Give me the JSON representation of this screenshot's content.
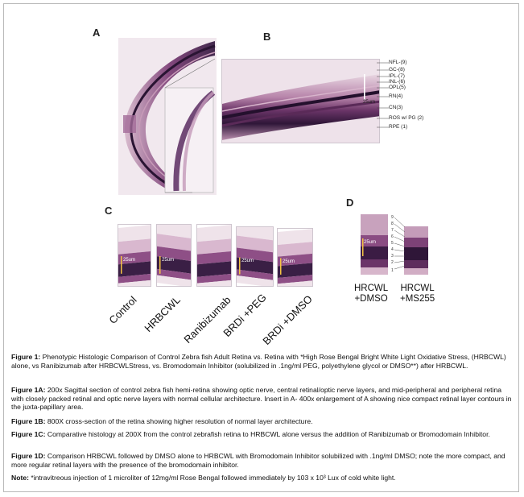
{
  "panels": {
    "a_letter": "A",
    "b_letter": "B",
    "c_letter": "C",
    "d_letter": "D"
  },
  "panel_b": {
    "layer_labels": [
      "NFL-(9)",
      "GC-(8)",
      "IPL-(7)",
      "INL-(6)",
      "OPL(5)",
      "RN(4)",
      "CN(3)",
      "ROS w/ PG (2)",
      "RPE (1)"
    ],
    "scale_label": "25um"
  },
  "panel_c": {
    "scale_label": "25um",
    "conditions": [
      "Control",
      "HRBCWL",
      "Ranibizumab",
      "BRDi +PEG",
      "BRDi +DMSO"
    ]
  },
  "panel_d": {
    "scale_label": "25um",
    "ticks": [
      "9",
      "8",
      "7",
      "6",
      "5",
      "4",
      "3",
      "2",
      "1"
    ],
    "left_label_line1": "HRCWL",
    "left_label_line2": "+DMSO",
    "right_label_line1": "HRCWL",
    "right_label_line2": "+MS255"
  },
  "captions": {
    "fig1_head": "Figure 1:",
    "fig1_text": " Phenotypic Histologic Comparison of Control Zebra fish Adult Retina vs. Retina with *High Rose Bengal Bright White Light Oxidative Stress, (HRBCWL) alone, vs Ranibizumab after HRBCWLStress, vs. Bromodomain Inhibitor (solubilized in .1ng/ml PEG, polyethylene glycol or DMSO**) after HRBCWL.",
    "fig1a_head": "Figure 1A:",
    "fig1a_text": " 200x Sagittal section of control zebra fish hemi-retina showing optic nerve, central retinal/optic nerve layers, and mid-peripheral and peripheral retina with closely packed retinal and optic nerve layers with normal cellular architecture. Insert in A- 400x enlargement of A showing nice compact retinal layer contours in the juxta-papillary area.",
    "fig1b_head": "Figure 1B:",
    "fig1b_text": "  800X cross-section of the retina showing higher resolution of normal layer architecture.",
    "fig1c_head": "Figure 1C:",
    "fig1c_text": " Comparative histology at 200X from the control zebrafish retina to HRBCWL alone versus the addition of Ranibizumab or Bromodomain Inhibitor.",
    "fig1d_head": "Figure 1D:",
    "fig1d_text": " Comparison HRBCWL followed by DMSO alone to HRBCWL with Bromodomain Inhibitor solubilized with .1ng/ml DMSO; note the more compact, and more regular retinal layers with the presence of the bromodomain inhibitor.",
    "note_head": "Note:",
    "note_text": " *intravitreous injection of 1 microliter of 12mg/ml Rose Bengal followed immediately by 103 x 10³ Lux of cold white light."
  },
  "colors": {
    "tissue_dark": "#3a1f45",
    "tissue_mid": "#8e4f86",
    "tissue_light": "#d9b8cf",
    "background_pink": "#efe3ea"
  }
}
